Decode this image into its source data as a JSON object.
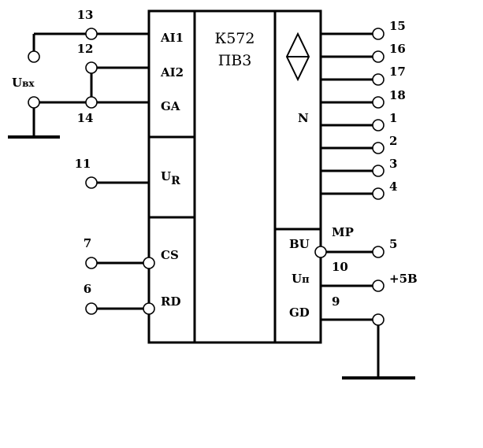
{
  "chip": {
    "name": "К572",
    "type": "ПВ3"
  },
  "input_label": {
    "main": "U",
    "sub": "вх"
  },
  "pins": {
    "p13": "13",
    "p12": "12",
    "p14": "14",
    "p11": "11",
    "p7": "7",
    "p6": "6",
    "p15": "15",
    "p16": "16",
    "p17": "17",
    "p18": "18",
    "p1": "1",
    "p2": "2",
    "p3": "3",
    "p4": "4",
    "p5": "5",
    "p10": "10",
    "p9": "9"
  },
  "signals": {
    "ai1": "AI1",
    "ai2": "AI2",
    "ga": "GA",
    "ur_main": "U",
    "ur_sub": "R",
    "cs": "CS",
    "rd": "RD",
    "n": "N",
    "bu": "BU",
    "up_main": "U",
    "up_sub": "п",
    "gd": "GD",
    "mp": "MP",
    "supply": "+5В"
  }
}
